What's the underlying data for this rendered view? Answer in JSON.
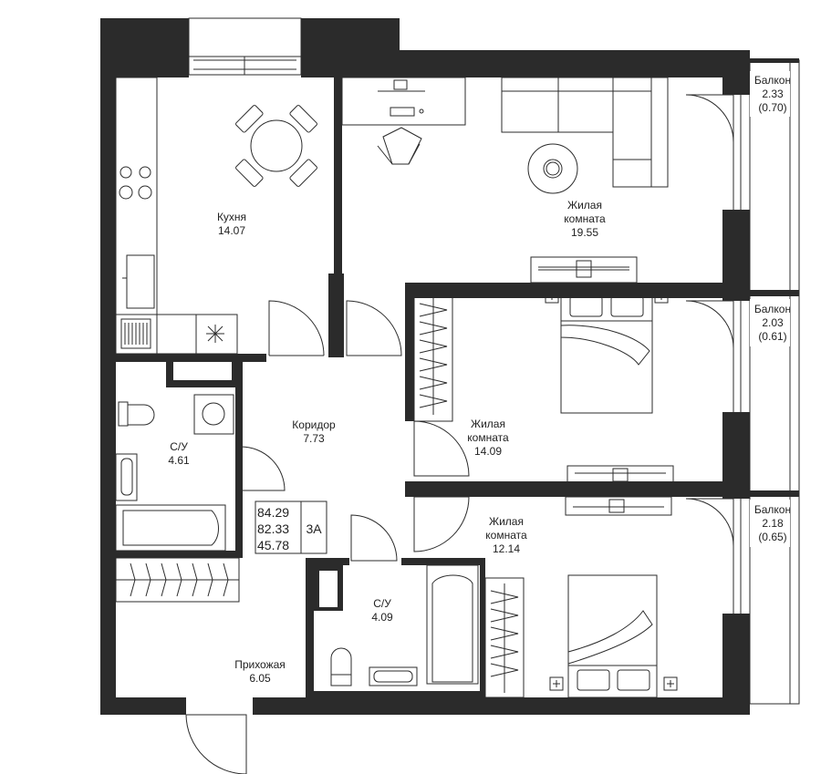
{
  "colors": {
    "wall": "#2b2b2b",
    "background": "#ffffff",
    "text": "#222222",
    "line": "#2b2b2b"
  },
  "rooms": {
    "kitchen": {
      "name": "Кухня",
      "area": "14.07"
    },
    "living_main": {
      "name_line1": "Жилая",
      "name_line2": "комната",
      "area": "19.55"
    },
    "bedroom_1": {
      "name_line1": "Жилая",
      "name_line2": "комната",
      "area": "14.09"
    },
    "bedroom_2": {
      "name_line1": "Жилая",
      "name_line2": "комната",
      "area": "12.14"
    },
    "corridor": {
      "name": "Коридор",
      "area": "7.73"
    },
    "bathroom_1": {
      "name": "С/У",
      "area": "4.61"
    },
    "bathroom_2": {
      "name": "С/У",
      "area": "4.09"
    },
    "hallway": {
      "name": "Прихожая",
      "area": "6.05"
    }
  },
  "balconies": [
    {
      "name": "Балкон",
      "area": "2.33",
      "reduced": "(0.70)"
    },
    {
      "name": "Балкон",
      "area": "2.03",
      "reduced": "(0.61)"
    },
    {
      "name": "Балкон",
      "area": "2.18",
      "reduced": "(0.65)"
    }
  ],
  "apartment": {
    "total_area": "84.29",
    "reduced_area": "82.33",
    "living_area": "45.78",
    "type": "3А"
  }
}
